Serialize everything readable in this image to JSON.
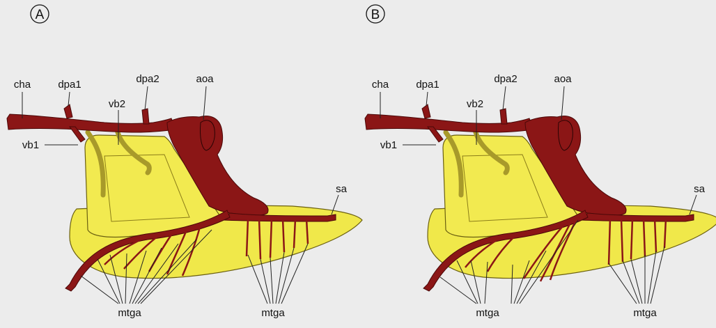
{
  "panels": [
    {
      "letter": "A",
      "labels": {
        "cha": "cha",
        "dpa1": "dpa1",
        "dpa2": "dpa2",
        "aoa": "aoa",
        "vb2": "vb2",
        "vb1": "vb1",
        "sa": "sa",
        "mtga_left": "mtga",
        "mtga_right": "mtga"
      }
    },
    {
      "letter": "B",
      "labels": {
        "cha": "cha",
        "dpa1": "dpa1",
        "dpa2": "dpa2",
        "aoa": "aoa",
        "vb2": "vb2",
        "vb1": "vb1",
        "sa": "sa",
        "mtga_left": "mtga",
        "mtga_right": "mtga"
      }
    }
  ],
  "colors": {
    "artery": "#8b1616",
    "artery_edge": "#4a0808",
    "tissue": "#f0e84a",
    "tissue_dark": "#d6cc2c",
    "tissue_edge": "#6a5f10",
    "vessel_branch": "#a89a2a",
    "background": "#ececec"
  }
}
